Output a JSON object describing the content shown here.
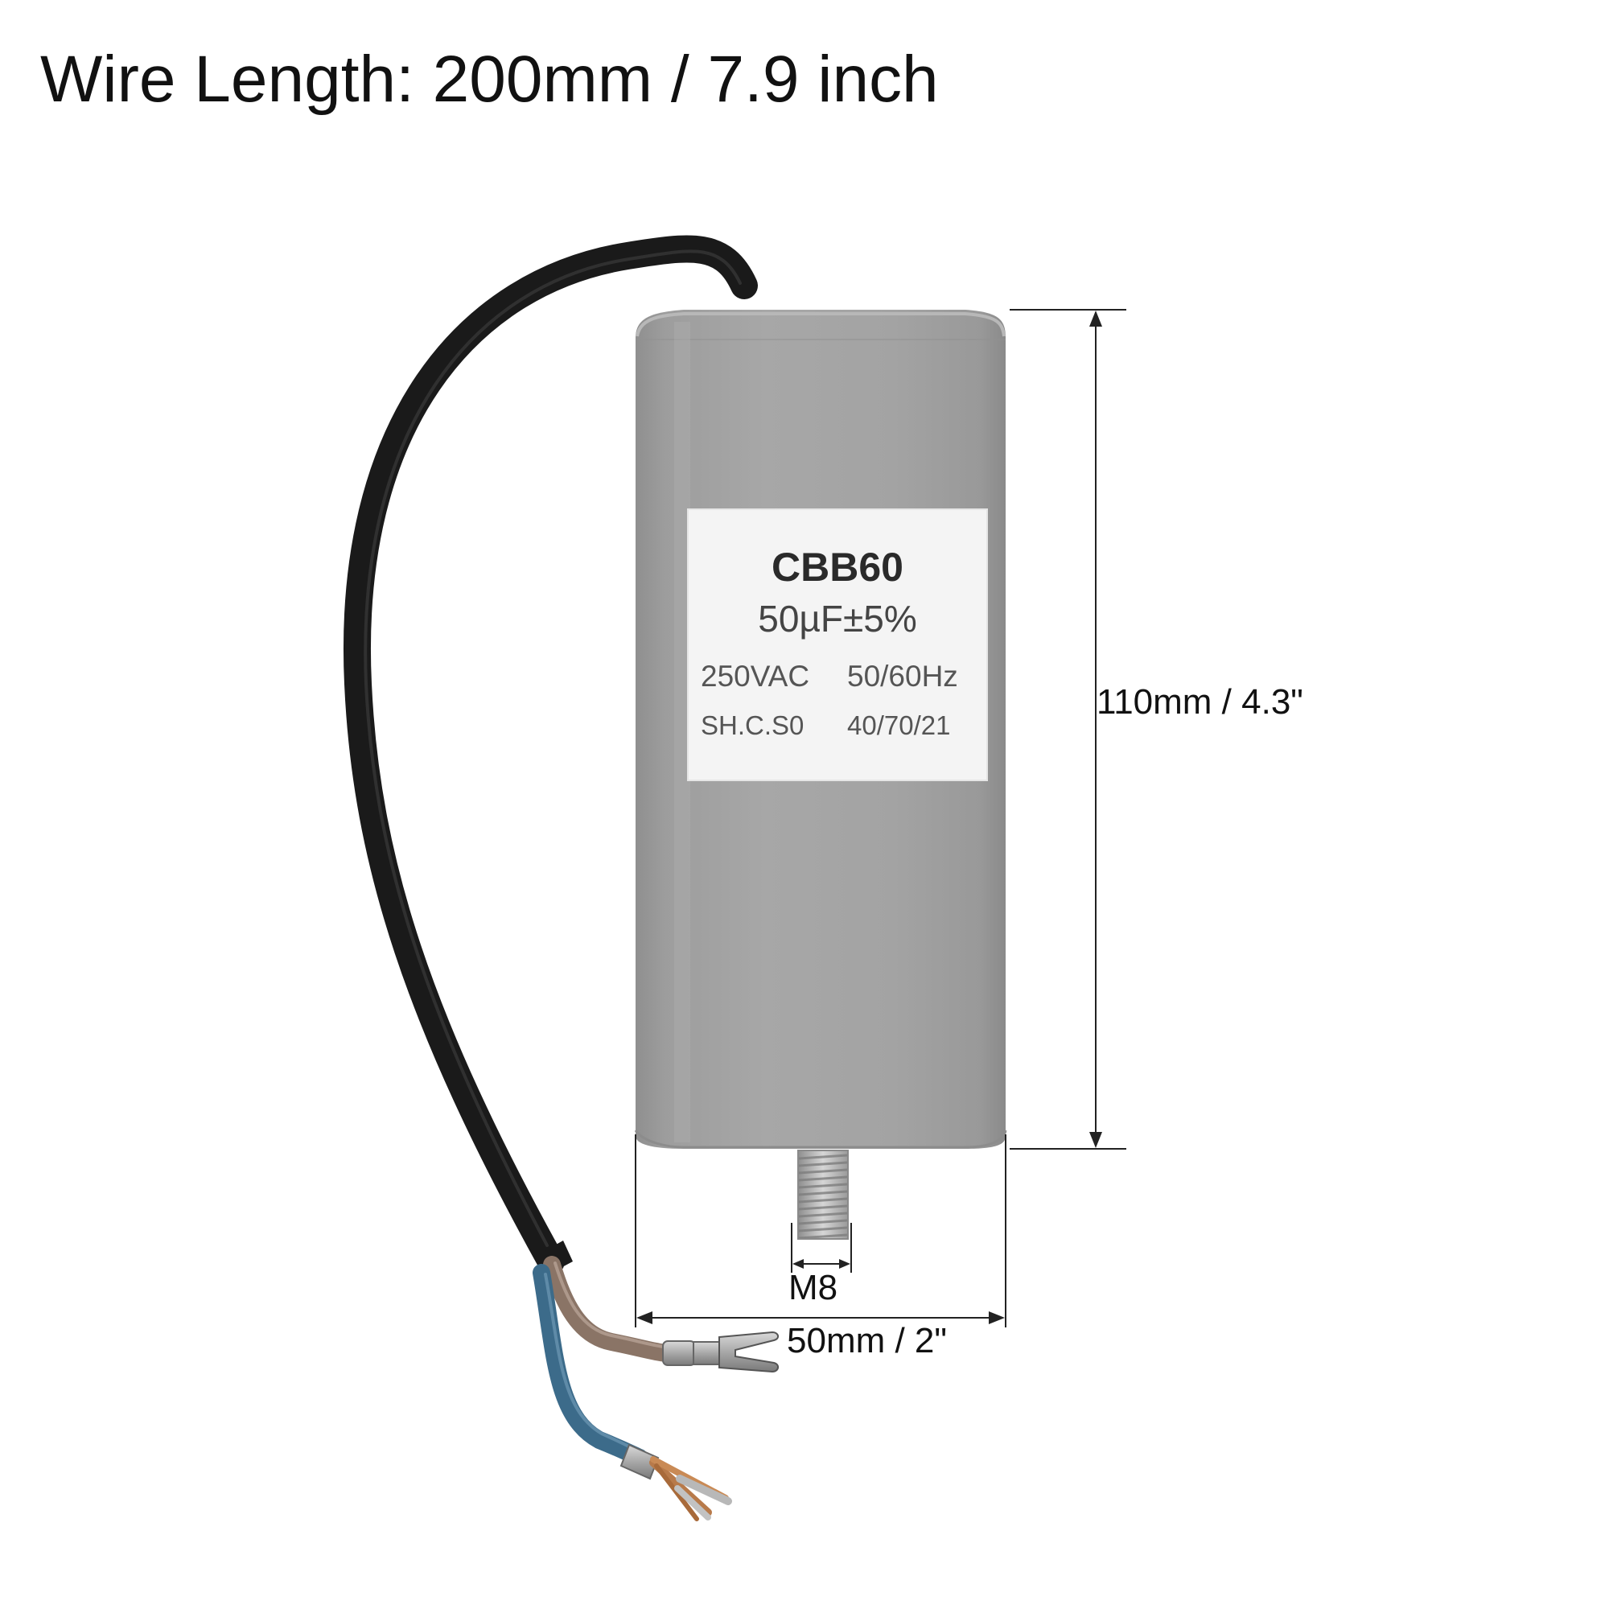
{
  "headline": "Wire Length: 200mm / 7.9 inch",
  "label": {
    "model": "CBB60",
    "capacitance": "50µF±5%",
    "voltage": "250VAC",
    "frequency": "50/60Hz",
    "code": "SH.C.S0",
    "climate": "40/70/21"
  },
  "dimensions": {
    "height": "110mm / 4.3\"",
    "width": "50mm / 2\"",
    "thread": "M8"
  },
  "colors": {
    "body": "#a3a3a3",
    "label_bg": "#f4f4f4",
    "wire_jacket": "#1a1a1a",
    "wire_brown": "#8a7466",
    "wire_blue": "#3c6b8a",
    "dimension_line": "#222222"
  }
}
